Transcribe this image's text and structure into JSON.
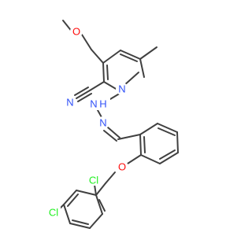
{
  "molecule": {
    "atoms": {
      "o_methoxy": {
        "text": "O",
        "color": "#ff0d0d"
      },
      "n_nitrile": {
        "text": "N",
        "color": "#3050f8"
      },
      "n_pyridine": {
        "text": "N",
        "color": "#3050f8"
      },
      "nh_hydrazone": {
        "text": "N",
        "sub": "H",
        "color": "#3050f8"
      },
      "n_imine": {
        "text": "N",
        "color": "#3050f8"
      },
      "o_ether": {
        "text": "O",
        "color": "#ff0d0d"
      },
      "cl_ortho": {
        "text": "Cl",
        "color": "#1ff01f"
      },
      "cl_para": {
        "text": "Cl",
        "color": "#1ff01f"
      }
    },
    "bond_color": "#404040"
  }
}
